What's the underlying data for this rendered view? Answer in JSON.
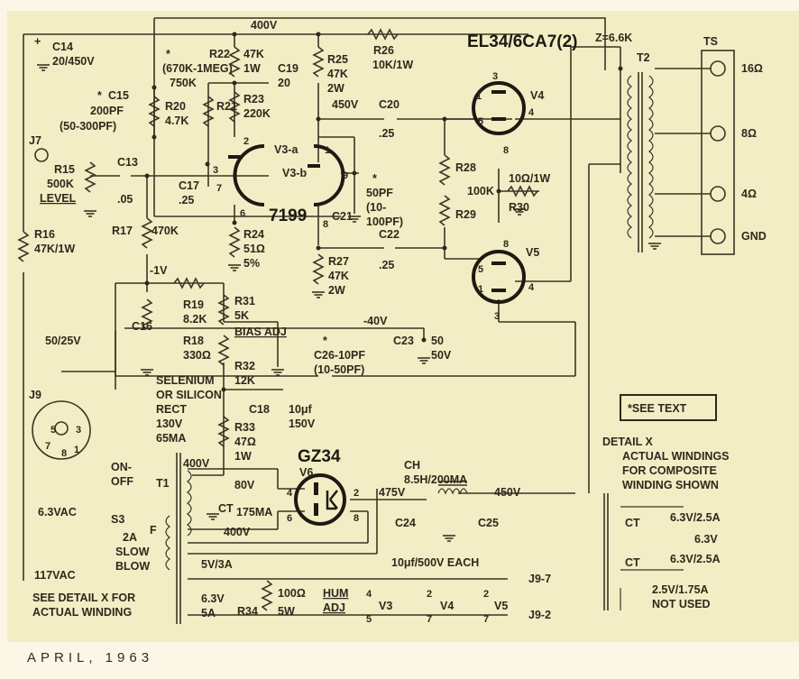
{
  "figure": {
    "footer": "APRIL, 1963",
    "note_box": "*SEE TEXT",
    "colors": {
      "paper": "#f2edc4",
      "ink": "#2d291c",
      "page": "#fbf6e6"
    }
  },
  "input_section": {
    "c14": {
      "name": "C14",
      "value": "20/450V"
    },
    "c15": {
      "asterisk": "*",
      "name": "C15",
      "value": "200PF",
      "range": "(50-300PF)"
    },
    "r20": {
      "name": "R20",
      "value": "4.7K"
    },
    "r21": {
      "name": "R21",
      "value": "750K",
      "range": "(670K-1MEG)",
      "asterisk": "*"
    },
    "j7": "J7",
    "r15": {
      "name": "R15",
      "value": "500K",
      "label": "LEVEL"
    },
    "c13": {
      "name": "C13",
      "value": ".05"
    },
    "c17": {
      "name": "C17",
      "value": ".25"
    },
    "r16": {
      "name": "R16",
      "value": "47K/1W"
    },
    "r17": {
      "name": "R17",
      "value": "470K"
    },
    "neg1v": "-1V"
  },
  "driver_section": {
    "b400": "400V",
    "r22": {
      "name": "R22",
      "value": "47K",
      "watt": "1W"
    },
    "c19": {
      "name": "C19",
      "value": "20",
      "volt": "450V"
    },
    "r23": {
      "name": "R23",
      "value": "220K"
    },
    "r25": {
      "name": "R25",
      "value": "47K",
      "watt": "2W"
    },
    "r26": {
      "name": "R26",
      "value": "10K/1W"
    },
    "v3a": "V3-a",
    "v3b": "V3-b",
    "tube_type": "7199",
    "r24": {
      "name": "R24",
      "value": "51Ω",
      "tol": "5%"
    },
    "c20": {
      "name": "C20",
      "value": ".25"
    },
    "c21": {
      "name": "C21",
      "value": "50PF",
      "range1": "(10-",
      "range2": "100PF)",
      "asterisk": "*"
    },
    "c22": {
      "name": "C22",
      "value": ".25"
    },
    "r27": {
      "name": "R27",
      "value": "47K",
      "watt": "2W"
    },
    "pins": {
      "p1": "1",
      "p2": "2",
      "p3": "3",
      "p6": "6",
      "p7": "7",
      "p8": "8",
      "p9": "9"
    }
  },
  "output_section": {
    "tube_type": "EL34/6CA7(2)",
    "v4": "V4",
    "v5": "V5",
    "r28": {
      "name": "R28",
      "value": "100K"
    },
    "r29": {
      "name": "R29"
    },
    "r30": {
      "name": "R30",
      "value": "10Ω/1W"
    },
    "t2": {
      "name": "T2",
      "impedance": "Z=6.6K"
    },
    "ts": {
      "name": "TS",
      "taps": [
        "16Ω",
        "8Ω",
        "4Ω",
        "GND"
      ]
    },
    "neg40v": "-40V",
    "c23": {
      "name": "C23",
      "value": "50",
      "volt": "50V"
    },
    "c26": {
      "asterisk": "*",
      "name": "C26-10PF",
      "range": "(10-50PF)"
    },
    "pins": {
      "p1": "1",
      "p3": "3",
      "p4": "4",
      "p5": "5",
      "p8": "8"
    }
  },
  "bias_section": {
    "c16": {
      "name": "C16",
      "value": "50/25V"
    },
    "r18": {
      "name": "R18",
      "value": "330Ω"
    },
    "r19": {
      "name": "R19",
      "value": "8.2K"
    },
    "r31": {
      "name": "R31",
      "value": "5K",
      "label": "BIAS ADJ"
    },
    "r32": {
      "name": "R32",
      "value": "12K"
    },
    "rect": [
      "SELENIUM",
      "OR SILICON",
      "RECT",
      "130V",
      "65MA"
    ],
    "c18": {
      "name": "C18",
      "value": "10μf",
      "volt": "150V"
    },
    "r33": {
      "name": "R33",
      "value": "47Ω",
      "watt": "1W"
    }
  },
  "power_section": {
    "j9": "J9",
    "j9_pins": [
      "5",
      "3",
      "7",
      "1",
      "8"
    ],
    "vac63": "6.3VAC",
    "switch": [
      "ON-",
      "OFF",
      "S3"
    ],
    "fuse": [
      "F",
      "2A",
      "SLOW",
      "BLOW"
    ],
    "vac117": "117VAC",
    "t1": "T1",
    "sec_400a": "400V",
    "sec_80": "80V",
    "ct": "CT",
    "ma175": "175MA",
    "sec_400b": "400V",
    "fil5": "5V/3A",
    "fil63": [
      "6.3V",
      "5A"
    ],
    "r34": {
      "name": "R34",
      "value": "100Ω",
      "watt": "5W",
      "label1": "HUM",
      "label2": "ADJ"
    },
    "detail_note": [
      "SEE DETAIL X FOR",
      "ACTUAL WINDING"
    ],
    "gz34": {
      "type": "GZ34",
      "name": "V6",
      "pins": [
        "4",
        "2",
        "6",
        "8"
      ]
    },
    "v475": "475V",
    "choke": {
      "name": "CH",
      "value": "8.5H/200MA"
    },
    "v450": "450V",
    "c24": "C24",
    "c25": "C25",
    "cap_each": "10μf/500V EACH",
    "heaters": {
      "v3": "V3",
      "v4": "V4",
      "v5": "V5",
      "p4": "4",
      "p5": "5",
      "p2": "2",
      "p7": "7",
      "j97": "J9-7",
      "j92": "J9-2"
    }
  },
  "detail_x": {
    "title": "DETAIL X",
    "lines": [
      "ACTUAL WINDINGS",
      "FOR COMPOSITE",
      "WINDING SHOWN"
    ],
    "ct": "CT",
    "w1": "6.3V/2.5A",
    "w_mid": "6.3V",
    "w2": "6.3V/2.5A",
    "w3": [
      "2.5V/1.75A",
      "NOT USED"
    ]
  }
}
